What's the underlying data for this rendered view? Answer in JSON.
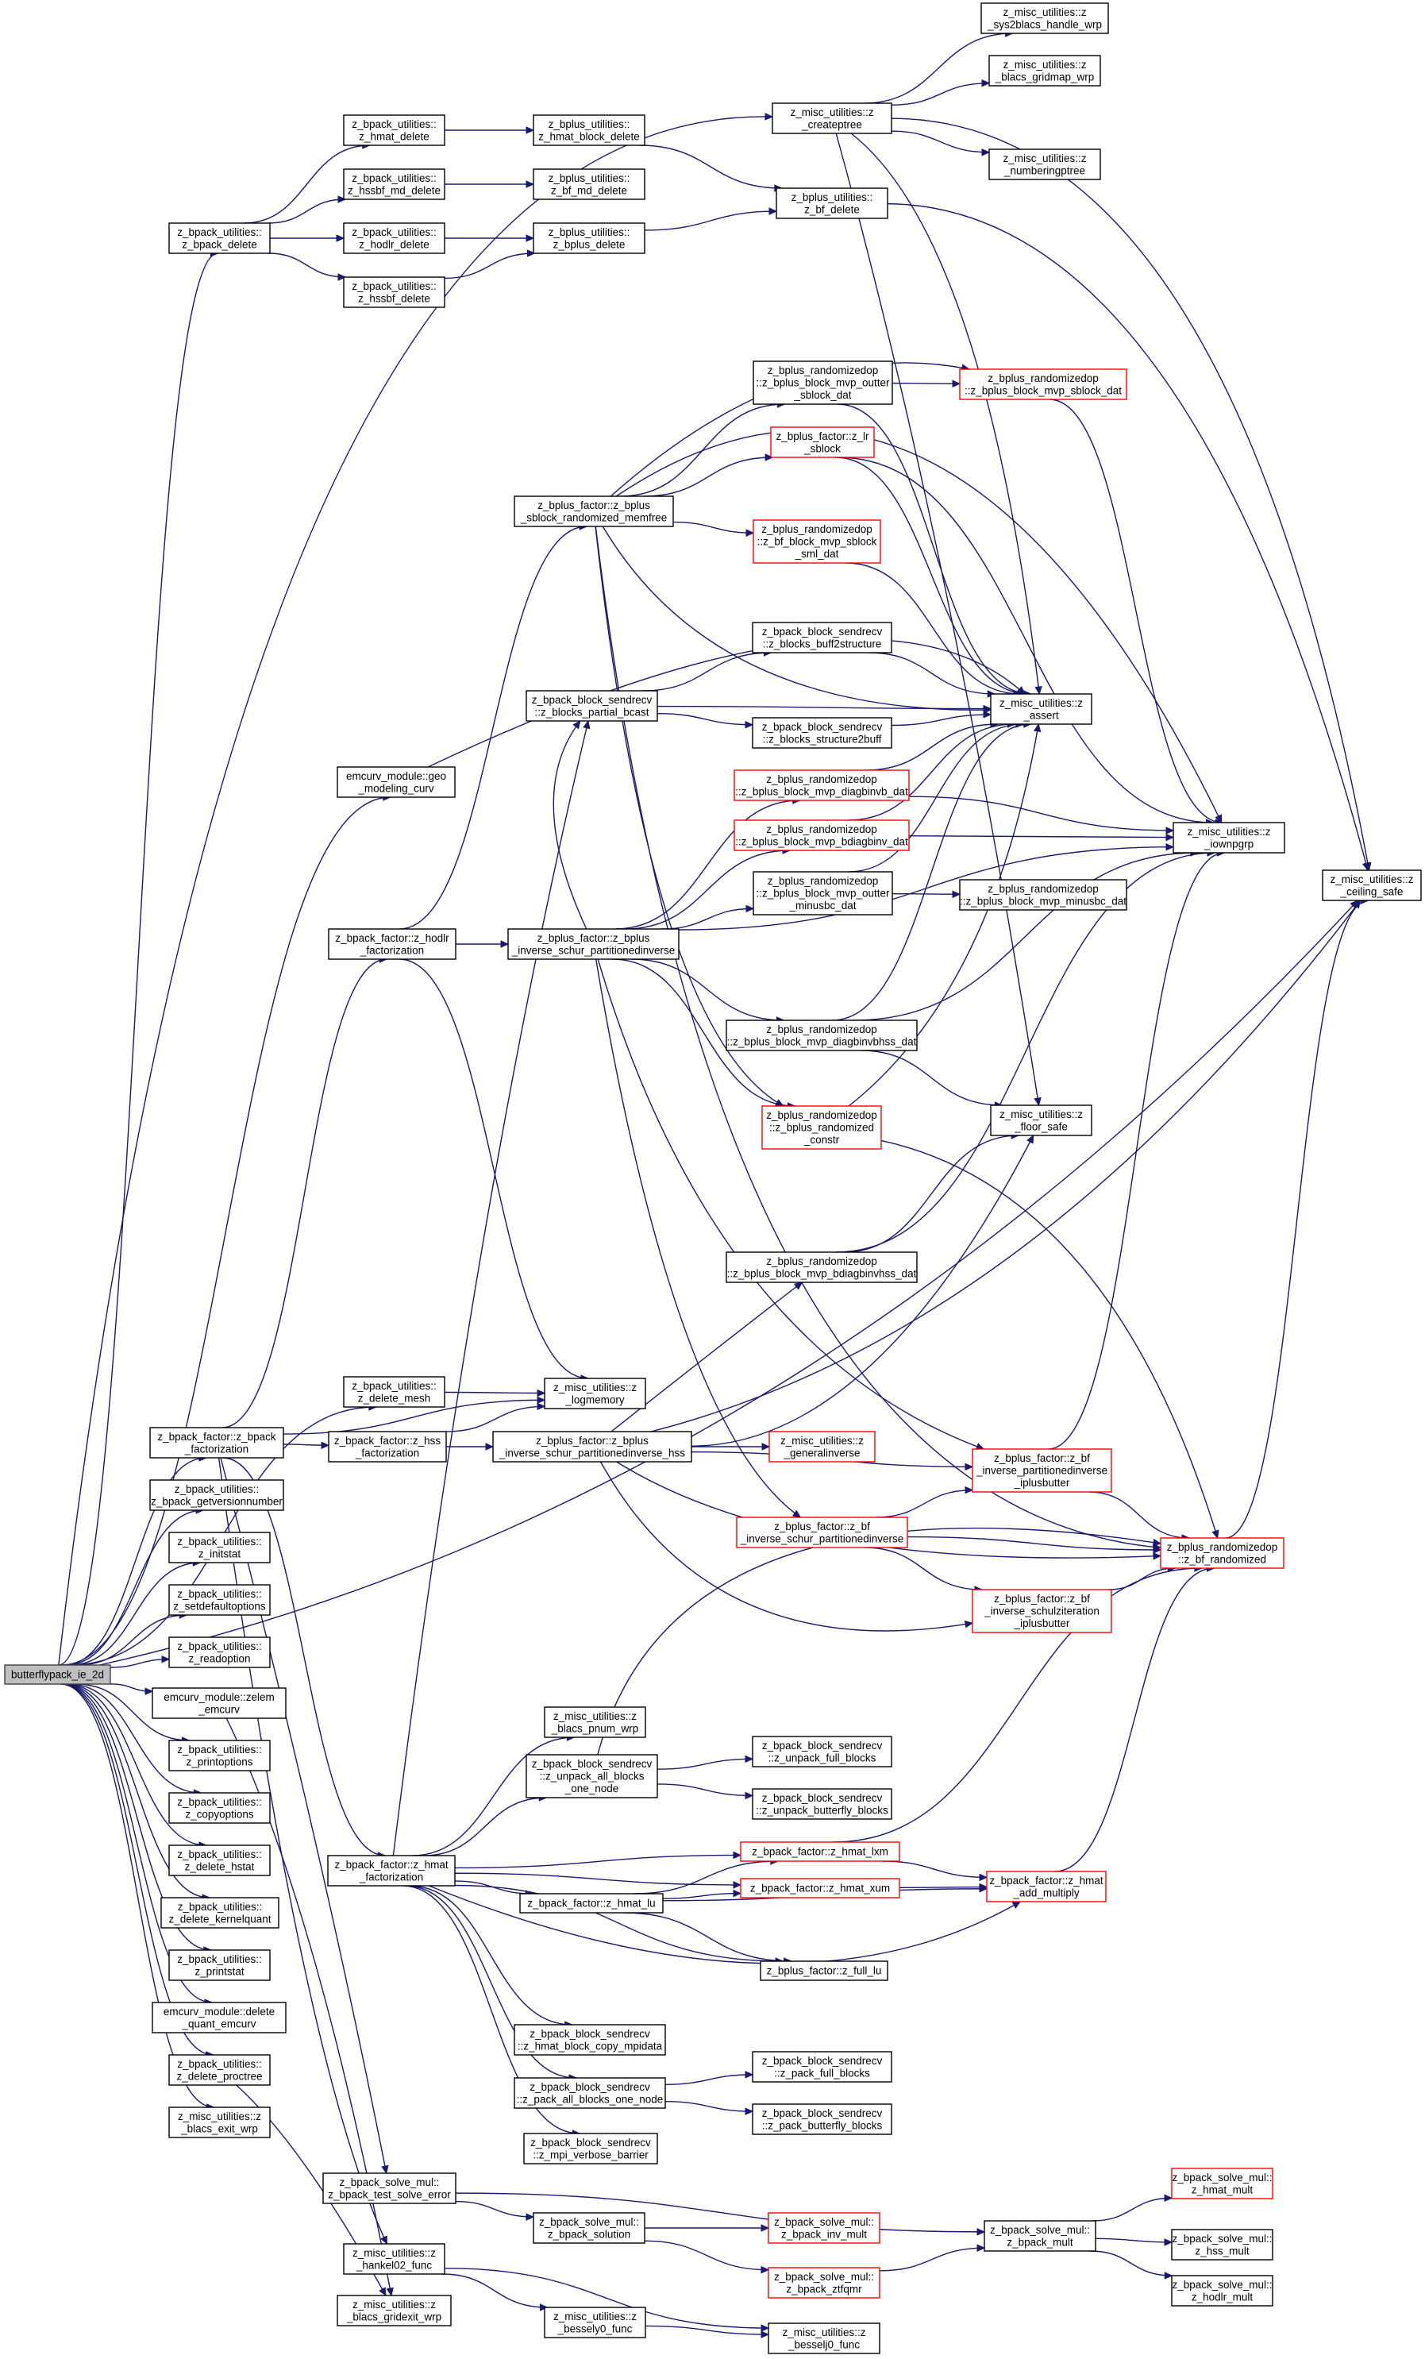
{
  "diagram": {
    "nodes": [
      {
        "id": "root",
        "lines": [
          "butterflypack_ie_2d"
        ],
        "style": "root"
      },
      {
        "id": "zbpack_delete",
        "lines": [
          "z_bpack_utilities::",
          "z_bpack_delete"
        ]
      },
      {
        "id": "zhmat_delete",
        "lines": [
          "z_bpack_utilities::",
          "z_hmat_delete"
        ]
      },
      {
        "id": "zhssbf_md_delete",
        "lines": [
          "z_bpack_utilities::",
          "z_hssbf_md_delete"
        ]
      },
      {
        "id": "zhodlr_delete",
        "lines": [
          "z_bpack_utilities::",
          "z_hodlr_delete"
        ]
      },
      {
        "id": "zhssbf_delete",
        "lines": [
          "z_bpack_utilities::",
          "z_hssbf_delete"
        ]
      },
      {
        "id": "zhmat_block_delete",
        "lines": [
          "z_bplus_utilities::",
          "z_hmat_block_delete"
        ]
      },
      {
        "id": "zbf_md_delete",
        "lines": [
          "z_bplus_utilities::",
          "z_bf_md_delete"
        ]
      },
      {
        "id": "zbplus_delete",
        "lines": [
          "z_bplus_utilities::",
          "z_bplus_delete"
        ]
      },
      {
        "id": "zbf_delete",
        "lines": [
          "z_bplus_utilities::",
          "z_bf_delete"
        ]
      },
      {
        "id": "zcreateptree",
        "lines": [
          "z_misc_utilities::z",
          "_createptree"
        ]
      },
      {
        "id": "zsys2blacs",
        "lines": [
          "z_misc_utilities::z",
          "_sys2blacs_handle_wrp"
        ]
      },
      {
        "id": "zblacs_gridmap",
        "lines": [
          "z_misc_utilities::z",
          "_blacs_gridmap_wrp"
        ]
      },
      {
        "id": "znumberingptree",
        "lines": [
          "z_misc_utilities::z",
          "_numberingptree"
        ]
      },
      {
        "id": "zceiling_safe",
        "lines": [
          "z_misc_utilities::z",
          "_ceiling_safe"
        ]
      },
      {
        "id": "zouter_sblock",
        "lines": [
          "z_bplus_randomizedop",
          "::z_bplus_block_mvp_outter",
          "_sblock_dat"
        ]
      },
      {
        "id": "zbplus_sblock_dat",
        "lines": [
          "z_bplus_randomizedop",
          "::z_bplus_block_mvp_sblock_dat"
        ],
        "style": "red"
      },
      {
        "id": "zlr_sblock",
        "lines": [
          "z_bplus_factor::z_lr",
          "_sblock"
        ],
        "style": "red"
      },
      {
        "id": "zsblock_memfree",
        "lines": [
          "z_bplus_factor::z_bplus",
          "_sblock_randomized_memfree"
        ]
      },
      {
        "id": "zbf_sblock_sml",
        "lines": [
          "z_bplus_randomizedop",
          "::z_bf_block_mvp_sblock",
          "_sml_dat"
        ],
        "style": "red"
      },
      {
        "id": "zbuff2structure",
        "lines": [
          "z_bpack_block_sendrecv",
          "::z_blocks_buff2structure"
        ]
      },
      {
        "id": "zpartial_bcast",
        "lines": [
          "z_bpack_block_sendrecv",
          "::z_blocks_partial_bcast"
        ]
      },
      {
        "id": "zstructure2buff",
        "lines": [
          "z_bpack_block_sendrecv",
          "::z_blocks_structure2buff"
        ]
      },
      {
        "id": "zassert",
        "lines": [
          "z_misc_utilities::z",
          "_assert"
        ]
      },
      {
        "id": "zgeo_modeling",
        "lines": [
          "emcurv_module::geo",
          "_modeling_curv"
        ]
      },
      {
        "id": "zdiagbinvb",
        "lines": [
          "z_bplus_randomizedop",
          "::z_bplus_block_mvp_diagbinvb_dat"
        ],
        "style": "red"
      },
      {
        "id": "zbdiagbinv",
        "lines": [
          "z_bplus_randomizedop",
          "::z_bplus_block_mvp_bdiagbinv_dat"
        ],
        "style": "red"
      },
      {
        "id": "ziownpgrp",
        "lines": [
          "z_misc_utilities::z",
          "_iownpgrp"
        ]
      },
      {
        "id": "zouter_minusbc",
        "lines": [
          "z_bplus_randomizedop",
          "::z_bplus_block_mvp_outter",
          "_minusbc_dat"
        ]
      },
      {
        "id": "zminusbc",
        "lines": [
          "z_bplus_randomizedop",
          "::z_bplus_block_mvp_minusbc_dat"
        ]
      },
      {
        "id": "zhodlr_fact",
        "lines": [
          "z_bpack_factor::z_hodlr",
          "_factorization"
        ]
      },
      {
        "id": "zschur_part",
        "lines": [
          "z_bplus_factor::z_bplus",
          "_inverse_schur_partitionedinverse"
        ]
      },
      {
        "id": "zdiagbinvbhss",
        "lines": [
          "z_bplus_randomizedop",
          "::z_bplus_block_mvp_diagbinvbhss_dat"
        ]
      },
      {
        "id": "zfloor_safe",
        "lines": [
          "z_misc_utilities::z",
          "_floor_safe"
        ]
      },
      {
        "id": "zbplus_randomized_constr",
        "lines": [
          "z_bplus_randomizedop",
          "::z_bplus_randomized",
          "_constr"
        ],
        "style": "red"
      },
      {
        "id": "zbdiagbinvhss",
        "lines": [
          "z_bplus_randomizedop",
          "::z_bplus_block_mvp_bdiagbinvhss_dat"
        ]
      },
      {
        "id": "zdelete_mesh",
        "lines": [
          "z_bpack_utilities::",
          "z_delete_mesh"
        ]
      },
      {
        "id": "zlogmemory",
        "lines": [
          "z_misc_utilities::z",
          "_logmemory"
        ]
      },
      {
        "id": "zbpack_fact",
        "lines": [
          "z_bpack_factor::z_bpack",
          "_factorization"
        ]
      },
      {
        "id": "zhss_fact",
        "lines": [
          "z_bpack_factor::z_hss",
          "_factorization"
        ]
      },
      {
        "id": "zschur_part_hss",
        "lines": [
          "z_bplus_factor::z_bplus",
          "_inverse_schur_partitionedinverse_hss"
        ]
      },
      {
        "id": "zgeneralinverse",
        "lines": [
          "z_misc_utilities::z",
          "_generalinverse"
        ],
        "style": "red"
      },
      {
        "id": "zbf_inv_plusbutter",
        "lines": [
          "z_bplus_factor::z_bf",
          "_inverse_partitionedinverse",
          "_iplusbutter"
        ],
        "style": "red"
      },
      {
        "id": "zgetversion",
        "lines": [
          "z_bpack_utilities::",
          "z_bpack_getversionnumber"
        ]
      },
      {
        "id": "zbf_schur_part",
        "lines": [
          "z_bplus_factor::z_bf",
          "_inverse_schur_partitionedinverse"
        ],
        "style": "red"
      },
      {
        "id": "zbf_randomized",
        "lines": [
          "z_bplus_randomizedop",
          "::z_bf_randomized"
        ],
        "style": "red"
      },
      {
        "id": "zinitstat",
        "lines": [
          "z_bpack_utilities::",
          "z_initstat"
        ]
      },
      {
        "id": "zsetdefault",
        "lines": [
          "z_bpack_utilities::",
          "z_setdefaultoptions"
        ]
      },
      {
        "id": "zbf_schulz",
        "lines": [
          "z_bplus_factor::z_bf",
          "_inverse_schulziteration",
          "_iplusbutter"
        ],
        "style": "red"
      },
      {
        "id": "zreadoption",
        "lines": [
          "z_bpack_utilities::",
          "z_readoption"
        ]
      },
      {
        "id": "zelem_emcurv",
        "lines": [
          "emcurv_module::zelem",
          "_emcurv"
        ]
      },
      {
        "id": "zprintoptions",
        "lines": [
          "z_bpack_utilities::",
          "z_printoptions"
        ]
      },
      {
        "id": "zcopyoptions",
        "lines": [
          "z_bpack_utilities::",
          "z_copyoptions"
        ]
      },
      {
        "id": "zdelete_hstat",
        "lines": [
          "z_bpack_utilities::",
          "z_delete_hstat"
        ]
      },
      {
        "id": "zdelete_kernelquant",
        "lines": [
          "z_bpack_utilities::",
          "z_delete_kernelquant"
        ]
      },
      {
        "id": "zprintstat",
        "lines": [
          "z_bpack_utilities::",
          "z_printstat"
        ]
      },
      {
        "id": "zdelete_quant",
        "lines": [
          "emcurv_module::delete",
          "_quant_emcurv"
        ]
      },
      {
        "id": "zdelete_proctree",
        "lines": [
          "z_bpack_utilities::",
          "z_delete_proctree"
        ]
      },
      {
        "id": "zblacs_exit",
        "lines": [
          "z_misc_utilities::z",
          "_blacs_exit_wrp"
        ]
      },
      {
        "id": "zblacs_pnum",
        "lines": [
          "z_misc_utilities::z",
          "_blacs_pnum_wrp"
        ]
      },
      {
        "id": "zunpack_all",
        "lines": [
          "z_bpack_block_sendrecv",
          "::z_unpack_all_blocks",
          "_one_node"
        ]
      },
      {
        "id": "zunpack_full",
        "lines": [
          "z_bpack_block_sendrecv",
          "::z_unpack_full_blocks"
        ]
      },
      {
        "id": "zunpack_butterfly",
        "lines": [
          "z_bpack_block_sendrecv",
          "::z_unpack_butterfly_blocks"
        ]
      },
      {
        "id": "zhmat_lxm",
        "lines": [
          "z_bpack_factor::z_hmat_lxm"
        ],
        "style": "red"
      },
      {
        "id": "zhmat_fact",
        "lines": [
          "z_bpack_factor::z_hmat",
          "_factorization"
        ]
      },
      {
        "id": "zhmat_xum",
        "lines": [
          "z_bpack_factor::z_hmat_xum"
        ],
        "style": "red"
      },
      {
        "id": "zhmat_lu",
        "lines": [
          "z_bpack_factor::z_hmat_lu"
        ]
      },
      {
        "id": "zhmat_add_multiply",
        "lines": [
          "z_bpack_factor::z_hmat",
          "_add_multiply"
        ],
        "style": "red"
      },
      {
        "id": "zfull_lu",
        "lines": [
          "z_bplus_factor::z_full_lu"
        ]
      },
      {
        "id": "zhmat_block_copy",
        "lines": [
          "z_bpack_block_sendrecv",
          "::z_hmat_block_copy_mpidata"
        ]
      },
      {
        "id": "zpack_all",
        "lines": [
          "z_bpack_block_sendrecv",
          "::z_pack_all_blocks_one_node"
        ]
      },
      {
        "id": "zpack_full",
        "lines": [
          "z_bpack_block_sendrecv",
          "::z_pack_full_blocks"
        ]
      },
      {
        "id": "zpack_butterfly",
        "lines": [
          "z_bpack_block_sendrecv",
          "::z_pack_butterfly_blocks"
        ]
      },
      {
        "id": "zmpi_verbose",
        "lines": [
          "z_bpack_block_sendrecv",
          "::z_mpi_verbose_barrier"
        ]
      },
      {
        "id": "ztest_solve",
        "lines": [
          "z_bpack_solve_mul::",
          "z_bpack_test_solve_error"
        ]
      },
      {
        "id": "zhmat_mult",
        "lines": [
          "z_bpack_solve_mul::",
          "z_hmat_mult"
        ],
        "style": "red"
      },
      {
        "id": "zbpack_solution",
        "lines": [
          "z_bpack_solve_mul::",
          "z_bpack_solution"
        ]
      },
      {
        "id": "zbpack_inv_mult",
        "lines": [
          "z_bpack_solve_mul::",
          "z_bpack_inv_mult"
        ],
        "style": "red"
      },
      {
        "id": "zbpack_mult",
        "lines": [
          "z_bpack_solve_mul::",
          "z_bpack_mult"
        ]
      },
      {
        "id": "zhss_mult",
        "lines": [
          "z_bpack_solve_mul::",
          "z_hss_mult"
        ]
      },
      {
        "id": "zhankel02",
        "lines": [
          "z_misc_utilities::z",
          "_hankel02_func"
        ]
      },
      {
        "id": "zbpack_ztfqmr",
        "lines": [
          "z_bpack_solve_mul::",
          "z_bpack_ztfqmr"
        ],
        "style": "red"
      },
      {
        "id": "zhodlr_mult",
        "lines": [
          "z_bpack_solve_mul::",
          "z_hodlr_mult"
        ]
      },
      {
        "id": "zblacs_gridexit",
        "lines": [
          "z_misc_utilities::z",
          "_blacs_gridexit_wrp"
        ]
      },
      {
        "id": "zbessely0",
        "lines": [
          "z_misc_utilities::z",
          "_bessely0_func"
        ]
      },
      {
        "id": "zbesselj0",
        "lines": [
          "z_misc_utilities::z",
          "_besselj0_func"
        ]
      }
    ]
  }
}
